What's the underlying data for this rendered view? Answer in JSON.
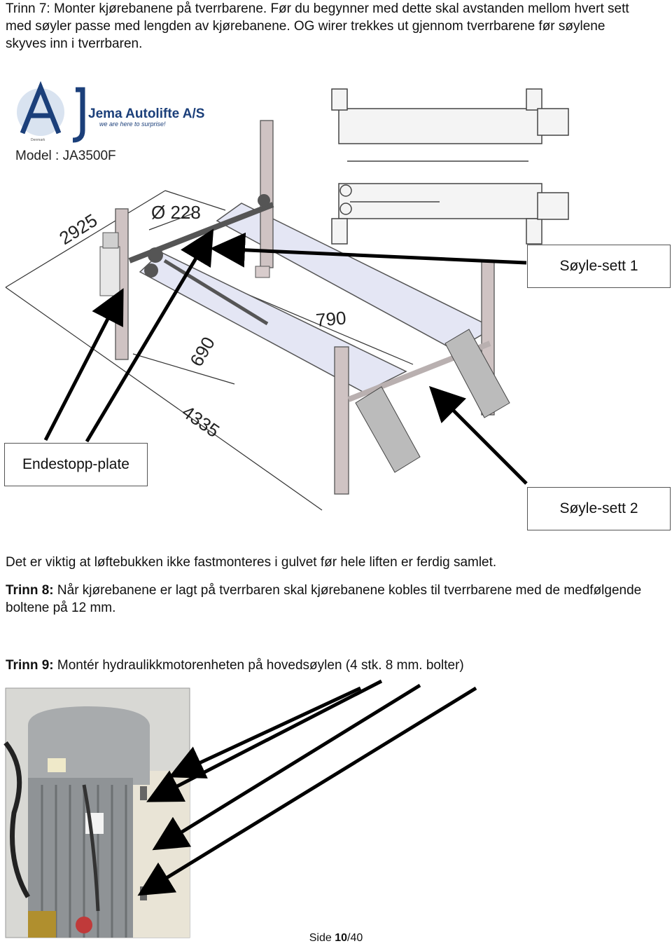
{
  "intro": {
    "step_label": "Trinn 7:",
    "text": " Monter kjørebanene på tverrbarene. Før du begynner med dette skal avstanden mellom hvert sett med søyler passe med lengden av kjørebanene. OG wirer trekkes ut gjennom tverrbarene før søylene skyves inn i tverrbaren."
  },
  "diagram": {
    "logo_brand": "Jema Autolifte A/S",
    "logo_tagline": "we are here to surprise!",
    "logo_sub": "Denmark",
    "model": "Model : JA3500F",
    "dimensions": [
      "2925",
      "Ø 228",
      "790",
      "690",
      "4335"
    ],
    "callouts": {
      "soyle_sett_1": "Søyle-sett 1",
      "endestopp": "Endestopp-plate",
      "soyle_sett_2": "Søyle-sett 2"
    }
  },
  "note": "Det er viktig at løftebukken ikke fastmonteres i gulvet før hele liften er ferdig samlet.",
  "step8": {
    "label": "Trinn 8:",
    "text": " Når kjørebanene er lagt på tverrbaren skal kjørebanene kobles til tverrbarene med de medfølgende boltene på 12 mm."
  },
  "step9": {
    "label": "Trinn 9:",
    "text": " Montér hydraulikkmotorenheten på hovedsøylen (4 stk. 8 mm. bolter)"
  },
  "footer": {
    "prefix": "Side ",
    "page": "10",
    "total": "/40"
  }
}
